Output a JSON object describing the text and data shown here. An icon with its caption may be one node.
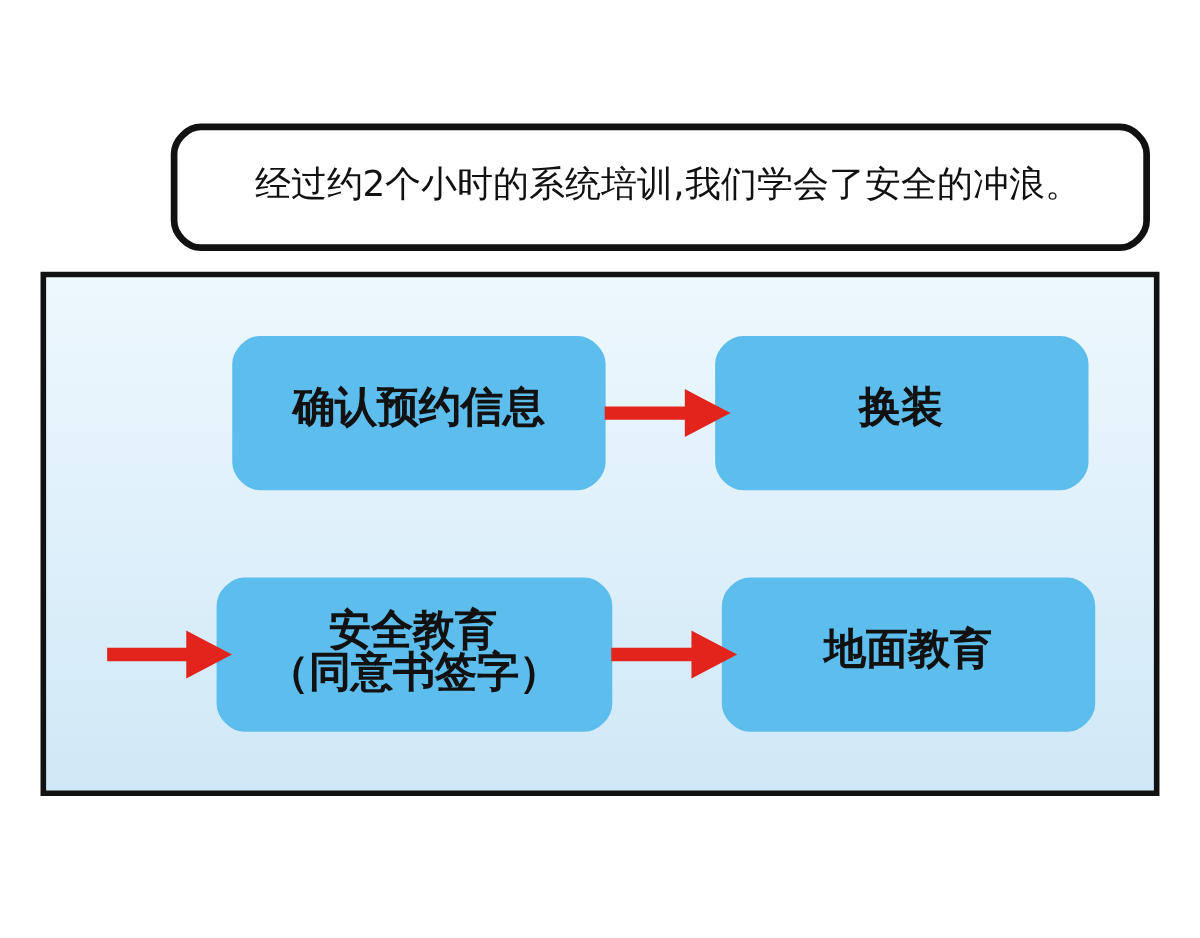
{
  "diagram": {
    "nodes": [
      {
        "text": [
          "经过约2个小时的系统培训,我们学会了安全的冲浪。"
        ]
      },
      {
        "text": [],
        "shape": "box"
      },
      {
        "text": [
          "确认预约信息"
        ],
        "in": 1
      },
      {
        "text": [
          "换装"
        ],
        "in": 1
      },
      {
        "text": [
          "安全教育",
          "（同意书签字）"
        ],
        "in": 1
      },
      {
        "text": [
          "地面教育"
        ],
        "in": 1
      }
    ],
    "edges": [
      {
        "from": 2,
        "to": 3,
        "arrow": "to"
      },
      {
        "from": null,
        "to": 4,
        "arrow": "to"
      },
      {
        "from": 4,
        "to": 5,
        "arrow": "to"
      }
    ]
  }
}
